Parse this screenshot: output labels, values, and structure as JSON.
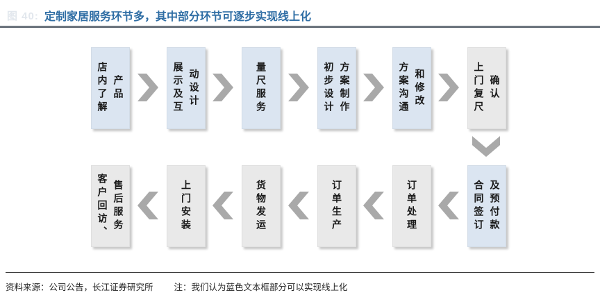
{
  "figure_label": "图 40:",
  "title": "定制家居服务环节多，其中部分环节可逐步实现线上化",
  "legend": {
    "online_box_color": "#dbe5f1",
    "offline_box_color": "#e9e9e9",
    "arrow_color": "#a9a9a9",
    "title_color": "#2e6da4"
  },
  "flow": {
    "top_row": {
      "direction": "left-to-right",
      "steps": [
        {
          "label": "店内了解产品",
          "part1": "店内了解",
          "part2": "产品",
          "type": "online"
        },
        {
          "label": "展示及互动设计",
          "part1": "展示及互",
          "part2": "动设计",
          "type": "online"
        },
        {
          "label": "量尺服务",
          "part1": "量尺服务",
          "part2": "",
          "type": "online"
        },
        {
          "label": "初步设计方案制作",
          "part1": "初步设计",
          "part2": "方案制作",
          "type": "online"
        },
        {
          "label": "方案沟通和修改",
          "part1": "方案沟通",
          "part2": "和修改",
          "type": "online"
        },
        {
          "label": "上门复尺确认",
          "part1": "上门复尺",
          "part2": "确认",
          "type": "offline"
        }
      ]
    },
    "bottom_row": {
      "direction": "right-to-left",
      "steps": [
        {
          "label": "客户回访、售后服务",
          "part1": "客户回访、",
          "part2": "售后服务",
          "type": "offline"
        },
        {
          "label": "上门安装",
          "part1": "上门安装",
          "part2": "",
          "type": "offline"
        },
        {
          "label": "货物发运",
          "part1": "货物发运",
          "part2": "",
          "type": "offline"
        },
        {
          "label": "订单生产",
          "part1": "订单生产",
          "part2": "",
          "type": "offline"
        },
        {
          "label": "订单处理",
          "part1": "订单处理",
          "part2": "",
          "type": "offline"
        },
        {
          "label": "合同签订及预付款",
          "part1": "合同签订",
          "part2": "及预付款",
          "type": "online"
        }
      ]
    }
  },
  "footer": {
    "source": "资料来源：公司公告，长江证券研究所",
    "note": "注：我们认为蓝色文本框部分可以实现线上化"
  }
}
